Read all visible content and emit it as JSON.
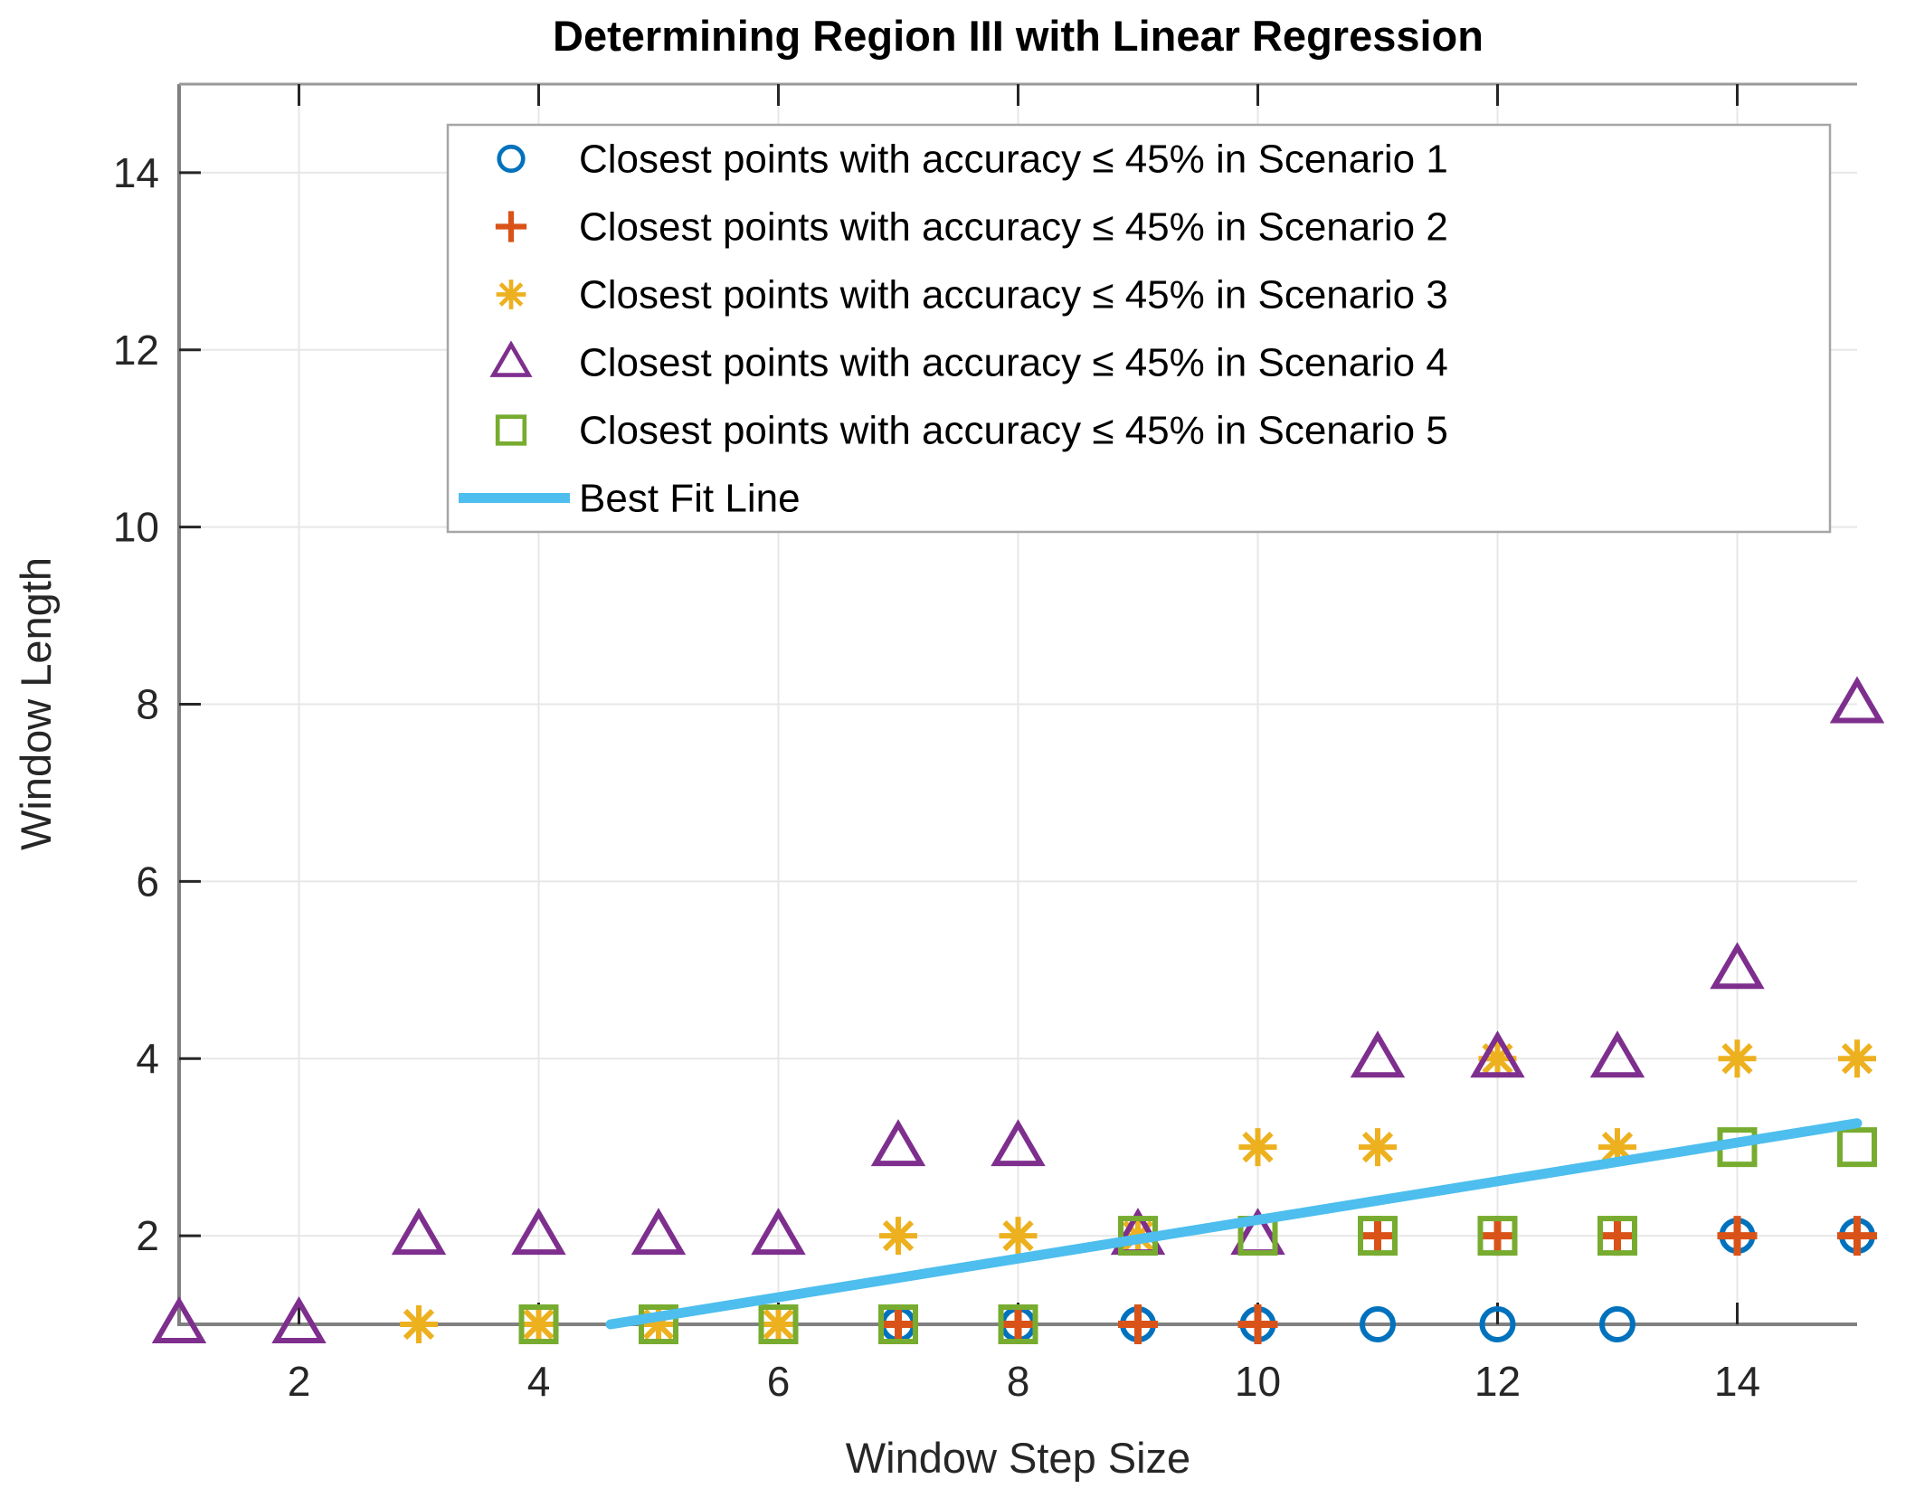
{
  "chart_data": {
    "type": "scatter",
    "title": "Determining Region III with Linear Regression",
    "xlabel": "Window Step Size",
    "ylabel": "Window Length",
    "xlim": [
      1,
      15
    ],
    "ylim": [
      1,
      15
    ],
    "xticks": [
      2,
      4,
      6,
      8,
      10,
      12,
      14
    ],
    "yticks": [
      2,
      4,
      6,
      8,
      10,
      12,
      14
    ],
    "grid": true,
    "legend_position": "top-left-inside",
    "series": [
      {
        "name": "Closest points with accuracy ≤ 45% in Scenario 1",
        "marker": "circle",
        "color": "#0072BD",
        "points": [
          [
            7,
            1
          ],
          [
            8,
            1
          ],
          [
            9,
            1
          ],
          [
            10,
            1
          ],
          [
            11,
            1
          ],
          [
            12,
            1
          ],
          [
            13,
            1
          ],
          [
            14,
            2
          ],
          [
            15,
            2
          ]
        ]
      },
      {
        "name": "Closest points with accuracy ≤ 45% in Scenario 2",
        "marker": "plus",
        "color": "#D95319",
        "points": [
          [
            7,
            1
          ],
          [
            8,
            1
          ],
          [
            9,
            1
          ],
          [
            10,
            1
          ],
          [
            11,
            2
          ],
          [
            12,
            2
          ],
          [
            13,
            2
          ],
          [
            14,
            2
          ],
          [
            15,
            2
          ]
        ]
      },
      {
        "name": "Closest points with accuracy ≤ 45% in Scenario 3",
        "marker": "asterisk",
        "color": "#EDB120",
        "points": [
          [
            3,
            1
          ],
          [
            4,
            1
          ],
          [
            5,
            1
          ],
          [
            6,
            1
          ],
          [
            7,
            2
          ],
          [
            8,
            2
          ],
          [
            9,
            2
          ],
          [
            10,
            3
          ],
          [
            11,
            3
          ],
          [
            12,
            4
          ],
          [
            13,
            3
          ],
          [
            14,
            4
          ],
          [
            15,
            4
          ]
        ]
      },
      {
        "name": "Closest points with accuracy ≤ 45% in Scenario 4",
        "marker": "triangle",
        "color": "#7E2F8E",
        "points": [
          [
            1,
            1
          ],
          [
            2,
            1
          ],
          [
            3,
            2
          ],
          [
            4,
            2
          ],
          [
            5,
            2
          ],
          [
            6,
            2
          ],
          [
            7,
            3
          ],
          [
            8,
            3
          ],
          [
            9,
            2
          ],
          [
            10,
            2
          ],
          [
            11,
            4
          ],
          [
            12,
            4
          ],
          [
            13,
            4
          ],
          [
            14,
            5
          ],
          [
            15,
            8
          ]
        ]
      },
      {
        "name": "Closest points with accuracy ≤ 45% in Scenario 5",
        "marker": "square",
        "color": "#77AC30",
        "points": [
          [
            4,
            1
          ],
          [
            5,
            1
          ],
          [
            6,
            1
          ],
          [
            7,
            1
          ],
          [
            8,
            1
          ],
          [
            9,
            2
          ],
          [
            10,
            2
          ],
          [
            11,
            2
          ],
          [
            12,
            2
          ],
          [
            13,
            2
          ],
          [
            14,
            3
          ],
          [
            15,
            3
          ]
        ]
      }
    ],
    "best_fit_line": {
      "name": "Best Fit Line",
      "color": "#4DBEEE",
      "from": [
        4.6,
        1.0
      ],
      "to": [
        15,
        3.27
      ]
    }
  },
  "style": {
    "background": "#FFFFFF",
    "grid_color": "#E7E7E7",
    "axis_color": "#808080",
    "box_color": "#999999",
    "tick_color": "#262626",
    "tick_label_color": "#262626",
    "title_color": "#000000",
    "legend_border_color": "#A6A6A6",
    "legend_text_color": "#000000"
  }
}
